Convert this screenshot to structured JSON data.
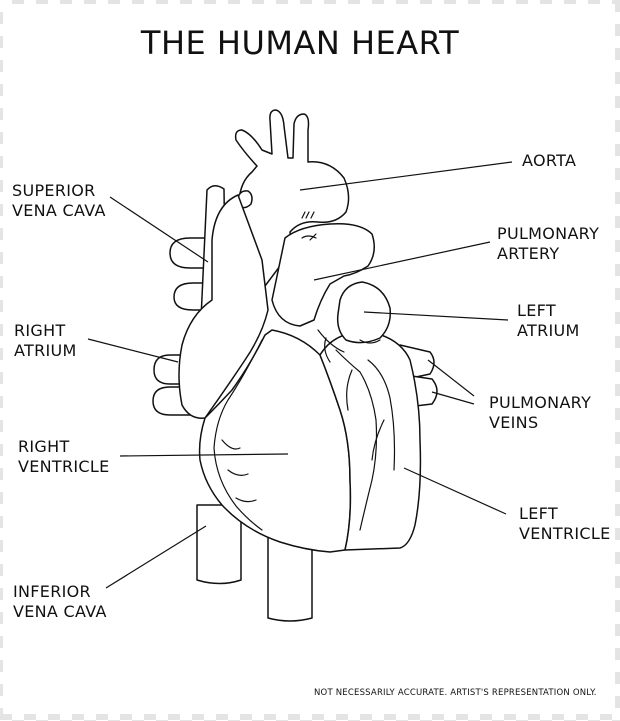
{
  "title": "THE HUMAN HEART",
  "labels": {
    "aorta": [
      "AORTA"
    ],
    "superior_vena_cava": [
      "SUPERIOR",
      "VENA CAVA"
    ],
    "pulmonary_artery": [
      "PULMONARY",
      "ARTERY"
    ],
    "left_atrium": [
      "LEFT",
      "ATRIUM"
    ],
    "right_atrium": [
      "RIGHT",
      "ATRIUM"
    ],
    "pulmonary_veins": [
      "PULMONARY",
      "VEINS"
    ],
    "right_ventricle": [
      "RIGHT",
      "VENTRICLE"
    ],
    "left_ventricle": [
      "LEFT",
      "VENTRICLE"
    ],
    "inferior_vena_cava": [
      "INFERIOR",
      "VENA CAVA"
    ]
  },
  "footnote": "NOT NECESSARILY ACCURATE. ARTIST'S REPRESENTATION ONLY."
}
